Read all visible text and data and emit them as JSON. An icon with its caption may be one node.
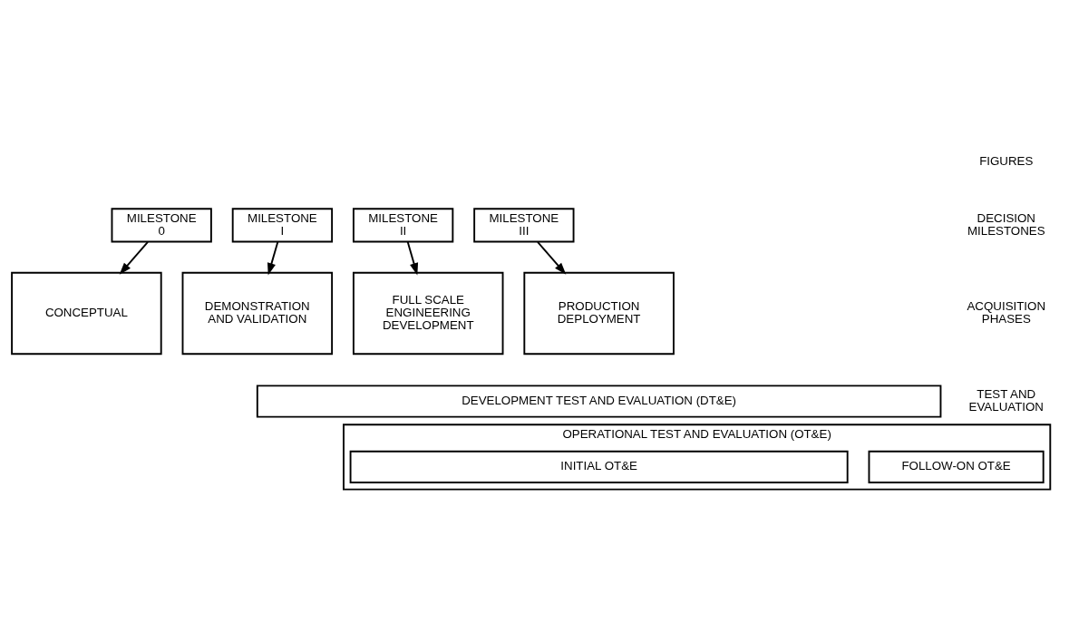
{
  "diagram": {
    "nodes": [
      {
        "text": [
          "MILESTONE 0"
        ]
      },
      {
        "text": [
          "MILESTONE I"
        ]
      },
      {
        "text": [
          "MILESTONE II"
        ]
      },
      {
        "text": [
          "MILESTONE III"
        ]
      },
      {
        "text": [
          "CONCEPTUAL"
        ]
      },
      {
        "text": [
          "DEMONSTRATION AND VALIDATION"
        ]
      },
      {
        "text": [
          "FULL SCALE ENGINEERING DEVELOPMENT"
        ]
      },
      {
        "text": [
          "PRODUCTION",
          "DEPLOYMENT"
        ]
      },
      {
        "text": [
          "DEVELOPMENT TEST AND EVALUATION (DT&E)"
        ]
      },
      {
        "text": [
          "OPERATIONAL TEST AND EVALUATION (OT&E)"
        ]
      },
      {
        "text": [
          "INITIAL OT&E"
        ],
        "in": 9
      },
      {
        "text": [
          "FOLLOW-ON OT&E"
        ],
        "in": 9
      }
    ],
    "edges": [
      {
        "from": 0,
        "to": 4,
        "arrow": "to"
      },
      {
        "from": 1,
        "to": 5,
        "arrow": "to"
      },
      {
        "from": 2,
        "to": 6,
        "arrow": "to"
      },
      {
        "from": 3,
        "to": 7,
        "arrow": "to"
      }
    ],
    "labels": [
      "FIGURES",
      "DECISION MILESTONES",
      "ACQUISITION PHASES",
      "TEST AND EVALUATION"
    ]
  }
}
